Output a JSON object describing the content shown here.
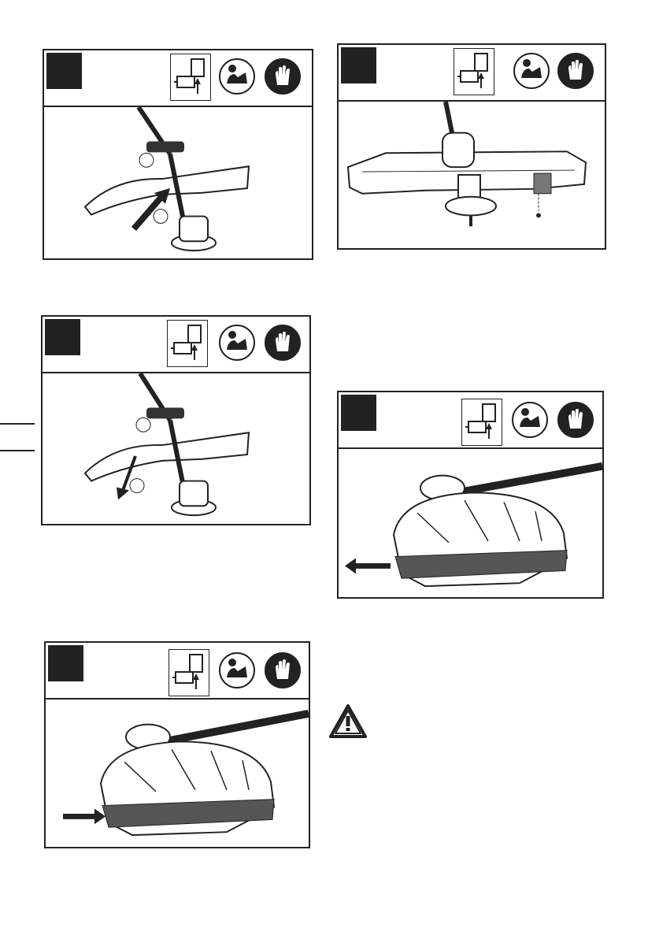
{
  "page": {
    "panels": [
      {
        "id": "panel-1",
        "step_label": "",
        "icons": [
          "tool-diagram-icon",
          "read-manual-icon",
          "gloves-icon"
        ],
        "illustration": "guard-attach-push-illustration"
      },
      {
        "id": "panel-2",
        "step_label": "",
        "icons": [
          "tool-diagram-icon",
          "read-manual-icon",
          "gloves-icon"
        ],
        "illustration": "guard-blade-screw-illustration"
      },
      {
        "id": "panel-3",
        "step_label": "",
        "icons": [
          "tool-diagram-icon",
          "read-manual-icon",
          "gloves-icon"
        ],
        "illustration": "guard-detach-pull-illustration"
      },
      {
        "id": "panel-4",
        "step_label": "",
        "icons": [
          "tool-diagram-icon",
          "read-manual-icon",
          "gloves-icon"
        ],
        "illustration": "guard-slide-left-illustration"
      },
      {
        "id": "panel-5",
        "step_label": "",
        "icons": [
          "tool-diagram-icon",
          "read-manual-icon",
          "gloves-icon"
        ],
        "illustration": "guard-slide-right-illustration"
      }
    ],
    "warning": {
      "icon": "warning-triangle-icon",
      "text": ""
    }
  }
}
